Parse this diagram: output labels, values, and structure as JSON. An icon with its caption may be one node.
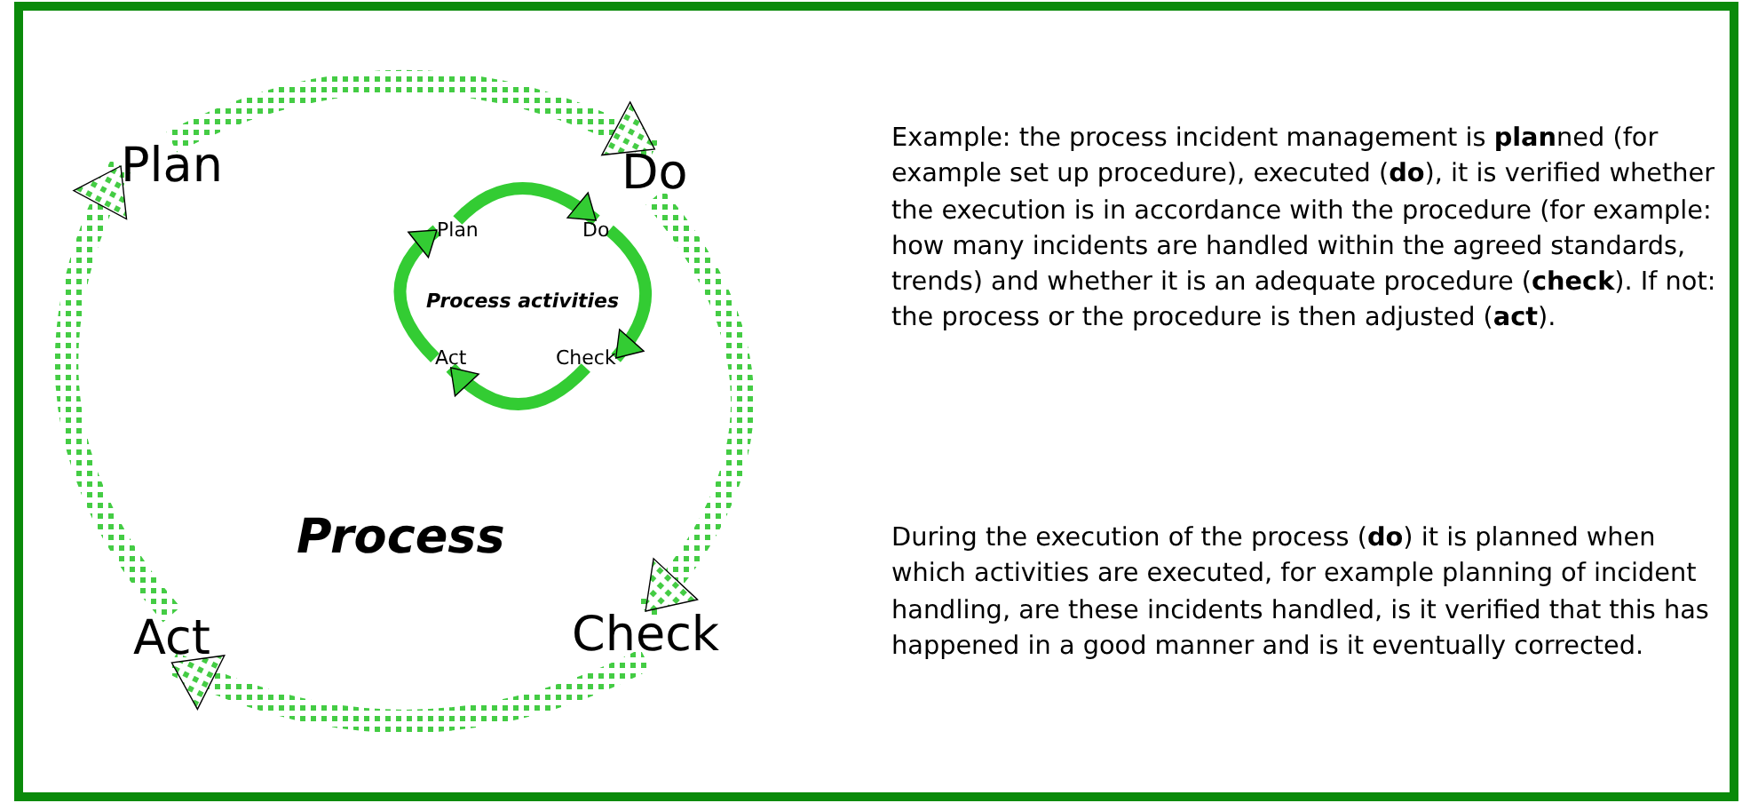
{
  "diagram": {
    "nodes": [
      {
        "text": [
          "Plan"
        ]
      },
      {
        "text": [
          "Do"
        ]
      },
      {
        "text": [
          "Check"
        ]
      },
      {
        "text": [
          "Act"
        ]
      },
      {
        "text": [
          "Plan"
        ]
      },
      {
        "text": [
          "Do"
        ]
      },
      {
        "text": [
          "Check"
        ]
      },
      {
        "text": [
          "Act"
        ]
      }
    ],
    "edges": [
      {
        "from": 0,
        "to": 1,
        "arrow": "to"
      },
      {
        "from": 1,
        "to": 2,
        "arrow": "to"
      },
      {
        "from": 2,
        "to": 3,
        "arrow": "to"
      },
      {
        "from": 3,
        "to": 0,
        "arrow": "to"
      },
      {
        "from": 4,
        "to": 5,
        "arrow": "to",
        "color": "#33cc33"
      },
      {
        "from": 5,
        "to": 6,
        "arrow": "to",
        "color": "#33cc33"
      },
      {
        "from": 6,
        "to": 7,
        "arrow": "to",
        "color": "#33cc33"
      },
      {
        "from": 7,
        "to": 4,
        "arrow": "to",
        "color": "#33cc33"
      }
    ],
    "labels": [
      "Process activities",
      "Process",
      "Example: the process incident management is **plan**ned (for example set up procedure), executed (**do**), it is verified whether the execution is in accordance with the procedure (for example: how many incidents are handled within the agreed standards, trends) and whether it is an adequate procedure (**check**). If not: the process or the procedure is then adjusted (**act**).",
      "During the execution of the process (**do**) it is planned when which activities are executed, for example planning of incident handling, are these incidents handled, is it verified that this has happened in a good manner and is it eventually corrected."
    ]
  }
}
